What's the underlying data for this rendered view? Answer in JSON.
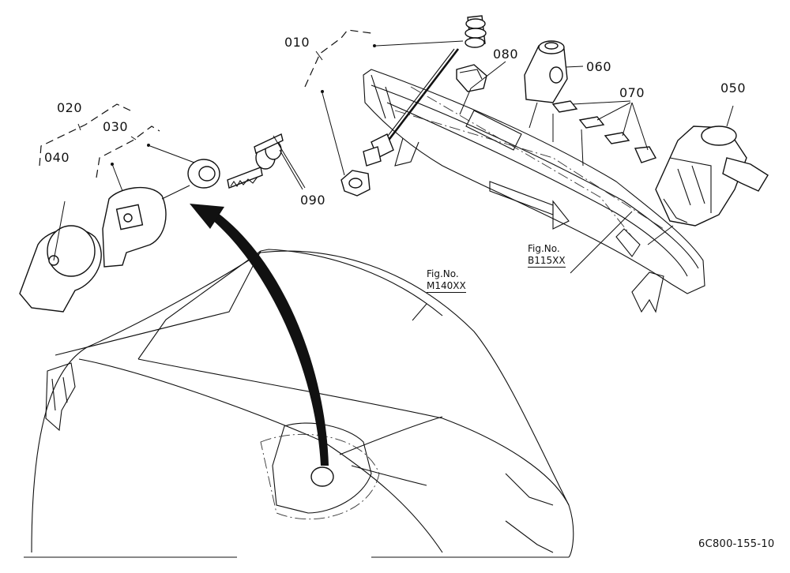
{
  "part_labels": {
    "p010": "010",
    "p020": "020",
    "p030": "030",
    "p040": "040",
    "p050": "050",
    "p060": "060",
    "p070": "070",
    "p080": "080",
    "p090": "090"
  },
  "figure_refs": {
    "b115": {
      "prefix": "Fig.No.",
      "code": "B115XX"
    },
    "m140": {
      "prefix": "Fig.No.",
      "code": "M140XX"
    }
  },
  "drawing_number": "6C800-155-10"
}
